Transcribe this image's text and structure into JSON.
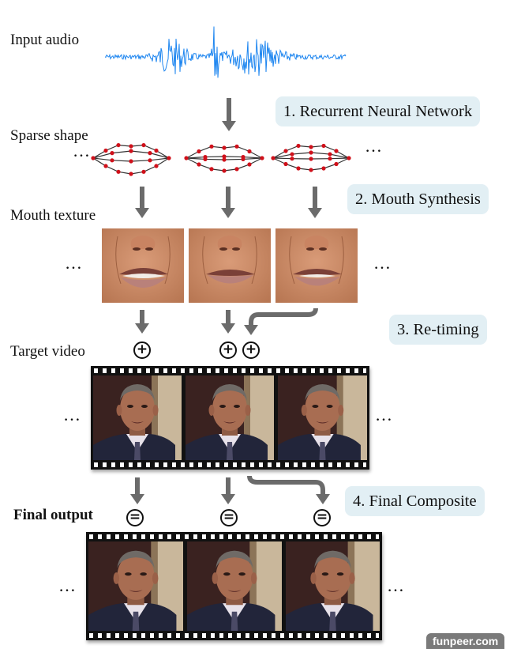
{
  "rows": {
    "input_audio": "Input audio",
    "sparse_shape": "Sparse shape",
    "mouth_texture": "Mouth texture",
    "target_video": "Target video",
    "final_output": "Final output"
  },
  "steps": [
    {
      "label": "1. Recurrent Neural Network"
    },
    {
      "label": "2. Mouth Synthesis"
    },
    {
      "label": "3. Re-timing"
    },
    {
      "label": "4. Final Composite"
    }
  ],
  "ellipsis": "…",
  "operators": {
    "plus": "+",
    "equals": "="
  },
  "colors": {
    "waveform": "#1e86f0",
    "step_box": "#e2eff4",
    "arrow": "#6b6b6b",
    "landmark_point": "#d0101a",
    "landmark_line": "#333333"
  },
  "images": {
    "mouth_frames": [
      "mouth-open-teeth",
      "mouth-closed",
      "mouth-open-teeth"
    ],
    "target_frames": [
      "speaker-frame-1",
      "speaker-frame-2",
      "speaker-frame-3"
    ],
    "output_frames": [
      "speaker-output-1",
      "speaker-output-2",
      "speaker-output-3"
    ]
  },
  "watermark": "funpeer.com"
}
